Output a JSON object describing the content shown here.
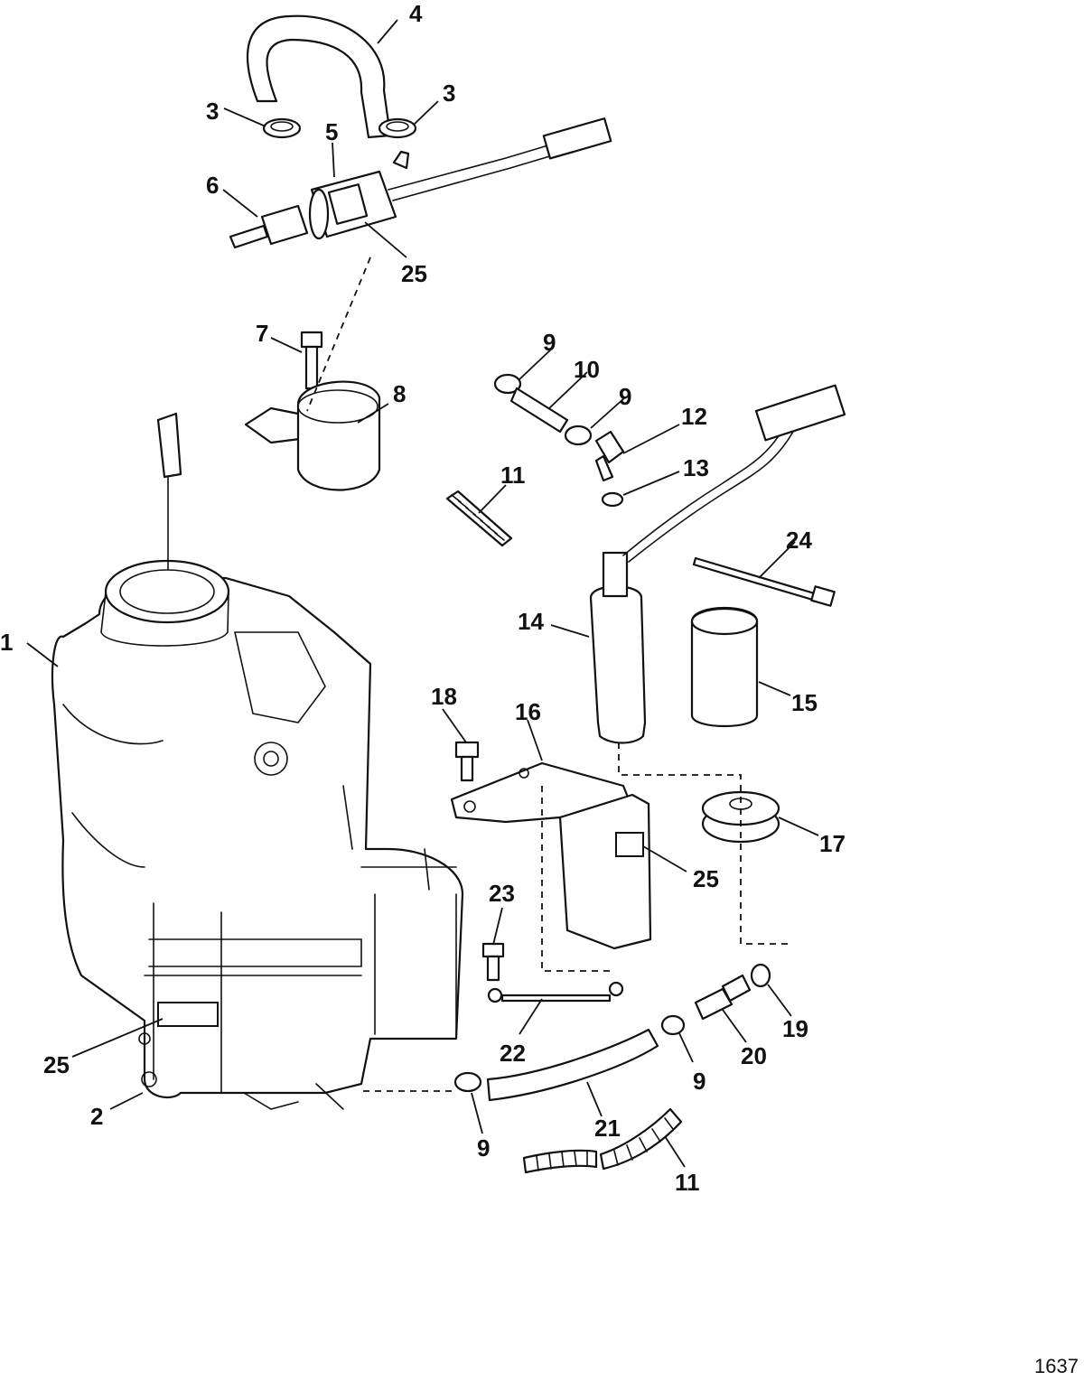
{
  "figure_number": "1637",
  "callouts": {
    "c1": "1",
    "c2": "2",
    "c3a": "3",
    "c3b": "3",
    "c4": "4",
    "c5": "5",
    "c6": "6",
    "c7": "7",
    "c8": "8",
    "c9a": "9",
    "c9b": "9",
    "c9c": "9",
    "c9d": "9",
    "c10": "10",
    "c11a": "11",
    "c11b": "11",
    "c12": "12",
    "c13": "13",
    "c14": "14",
    "c15": "15",
    "c16": "16",
    "c17": "17",
    "c18": "18",
    "c19": "19",
    "c20": "20",
    "c21": "21",
    "c22": "22",
    "c23": "23",
    "c24": "24",
    "c25a": "25",
    "c25b": "25",
    "c25c": "25"
  }
}
